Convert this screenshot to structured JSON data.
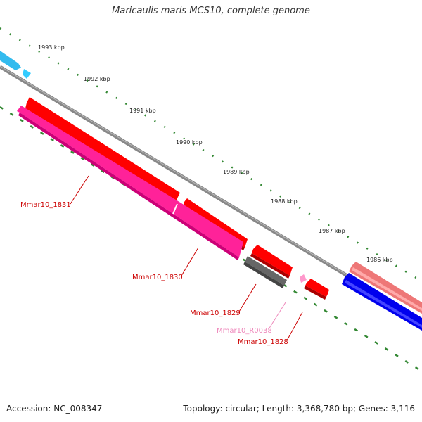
{
  "title": "Maricaulis maris MCS10, complete genome",
  "accession": "Accession: NC_008347",
  "topology": "Topology: circular; Length: 3,368,780 bp; Genes: 3,116",
  "ticks": [
    "1993 kbp",
    "1992 kbp",
    "1991 kbp",
    "1990 kbp",
    "1989 kbp",
    "1988 kbp",
    "1987 kbp",
    "1986 kbp"
  ],
  "gene_labels": [
    {
      "text": "Mmar10_1831",
      "color": "#cc0000"
    },
    {
      "text": "Mmar10_1830",
      "color": "#cc0000"
    },
    {
      "text": "Mmar10_1829",
      "color": "#cc0000"
    },
    {
      "text": "Mmar10_R0038",
      "color": "#ee88bb"
    },
    {
      "text": "Mmar10_1828",
      "color": "#cc0000"
    }
  ],
  "colors": {
    "cds": "#ff0000",
    "cds_dark": "#b80000",
    "pink": "#ff3399",
    "gray_gene": "#666666",
    "rna": "#ff88cc",
    "cyan": "#33ccff",
    "blue": "#0000ff",
    "salmon": "#ee7777",
    "backbone": "#888888",
    "tick": "#338833"
  }
}
